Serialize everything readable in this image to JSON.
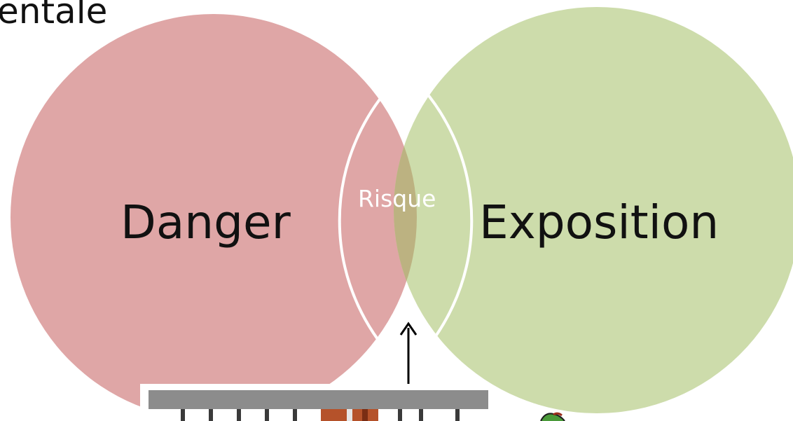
{
  "title_fragment": "entale",
  "venn": {
    "left_label": "Danger",
    "right_label": "Exposition",
    "intersection_label": "Risque",
    "colors": {
      "left_fill": "#dfa6a6",
      "right_fill": "#cddcab",
      "intersection_fill": "#bcb281",
      "intersection_text": "#ffffff",
      "label_text": "#111111"
    }
  },
  "arrow": {
    "direction": "up",
    "target": "intersection_label"
  },
  "inset_images": [
    {
      "name": "bar-graphic",
      "semantic": "partial-bar-image"
    },
    {
      "name": "sketch-graphic",
      "semantic": "partial-sketch-image"
    }
  ]
}
